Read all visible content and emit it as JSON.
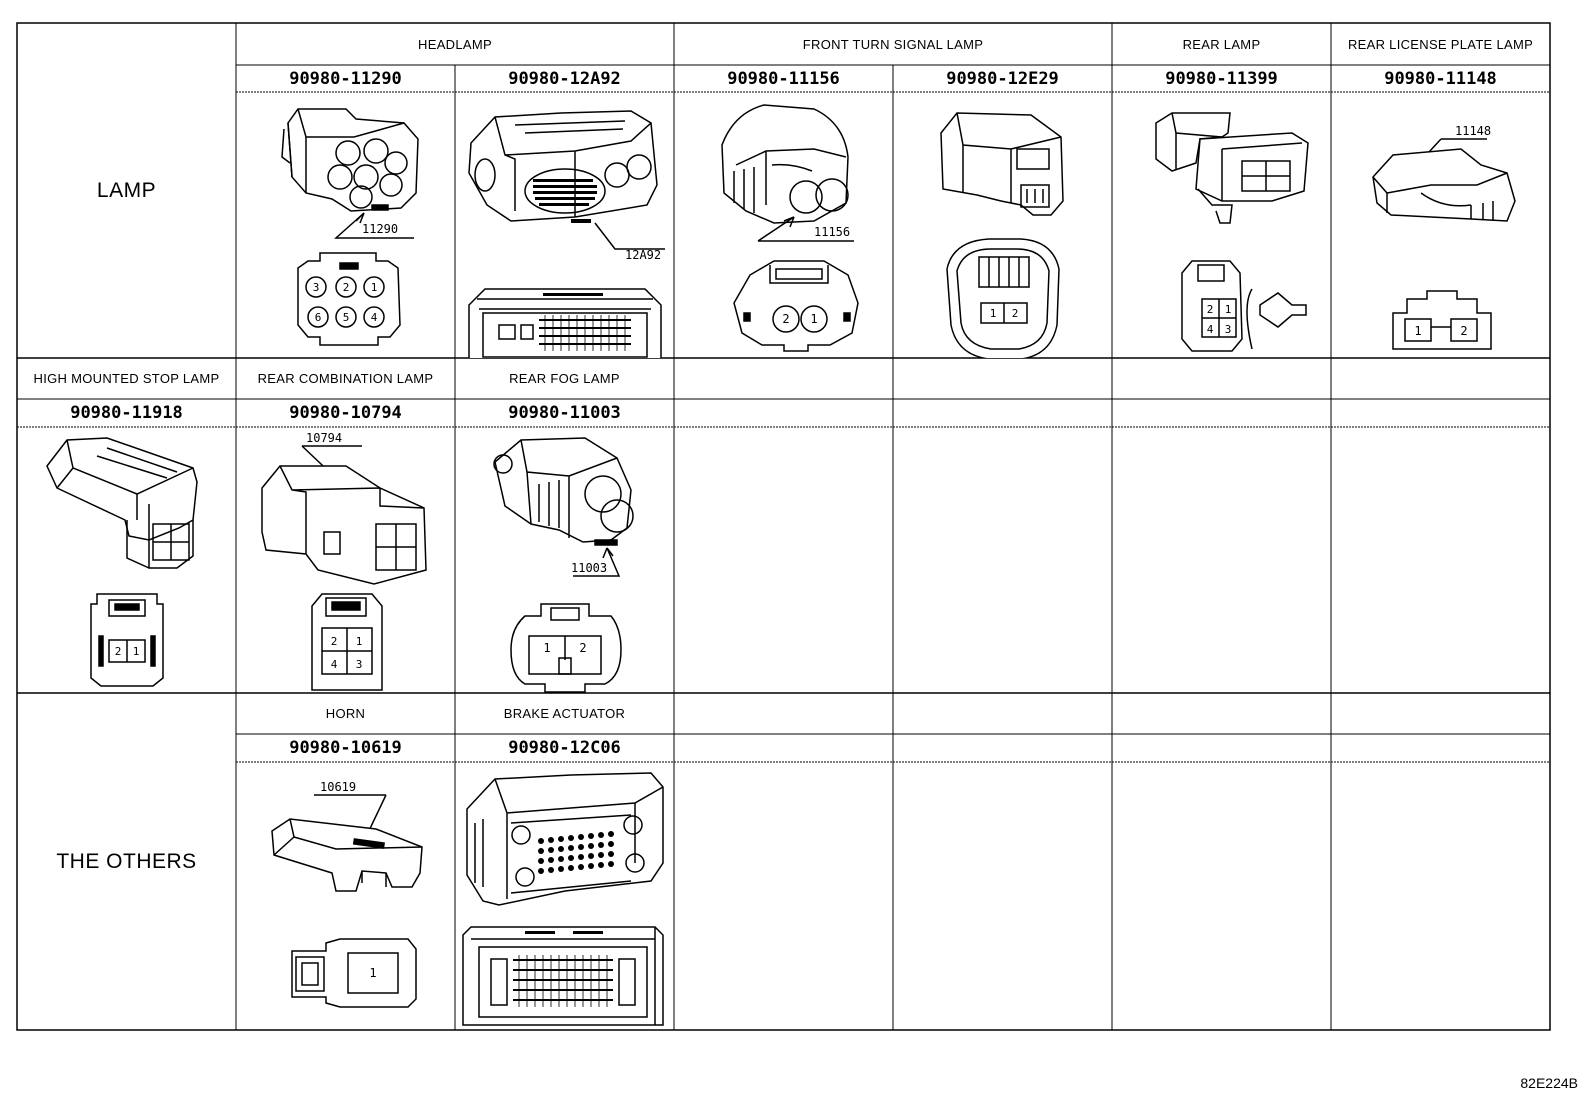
{
  "sections": {
    "lamp": {
      "title": "LAMP",
      "groups": [
        "HEADLAMP",
        "FRONT TURN SIGNAL LAMP",
        "REAR LAMP",
        "REAR LICENSE PLATE LAMP"
      ],
      "parts": [
        "90980-11290",
        "90980-12A92",
        "90980-11156",
        "90980-12E29",
        "90980-11399",
        "90980-11148"
      ]
    },
    "lamp2": {
      "groups": [
        "HIGH MOUNTED STOP LAMP",
        "REAR COMBINATION LAMP",
        "REAR FOG LAMP"
      ],
      "parts": [
        "90980-11918",
        "90980-10794",
        "90980-11003"
      ]
    },
    "others": {
      "title": "THE OTHERS",
      "groups": [
        "HORN",
        "BRAKE ACTUATOR"
      ],
      "parts": [
        "90980-10619",
        "90980-12C06"
      ]
    }
  },
  "callouts": {
    "c11290": "11290",
    "c12a92": "12A92",
    "c11156": "11156",
    "c11148": "11148",
    "c10794": "10794",
    "c11003": "11003",
    "c10619": "10619"
  },
  "pins": {
    "p6": [
      "1",
      "2",
      "3",
      "4",
      "5",
      "6"
    ],
    "p2": [
      "1",
      "2"
    ],
    "p4": [
      "1",
      "2",
      "3",
      "4"
    ],
    "p1": [
      "1"
    ]
  },
  "figure_code": "82E224B"
}
